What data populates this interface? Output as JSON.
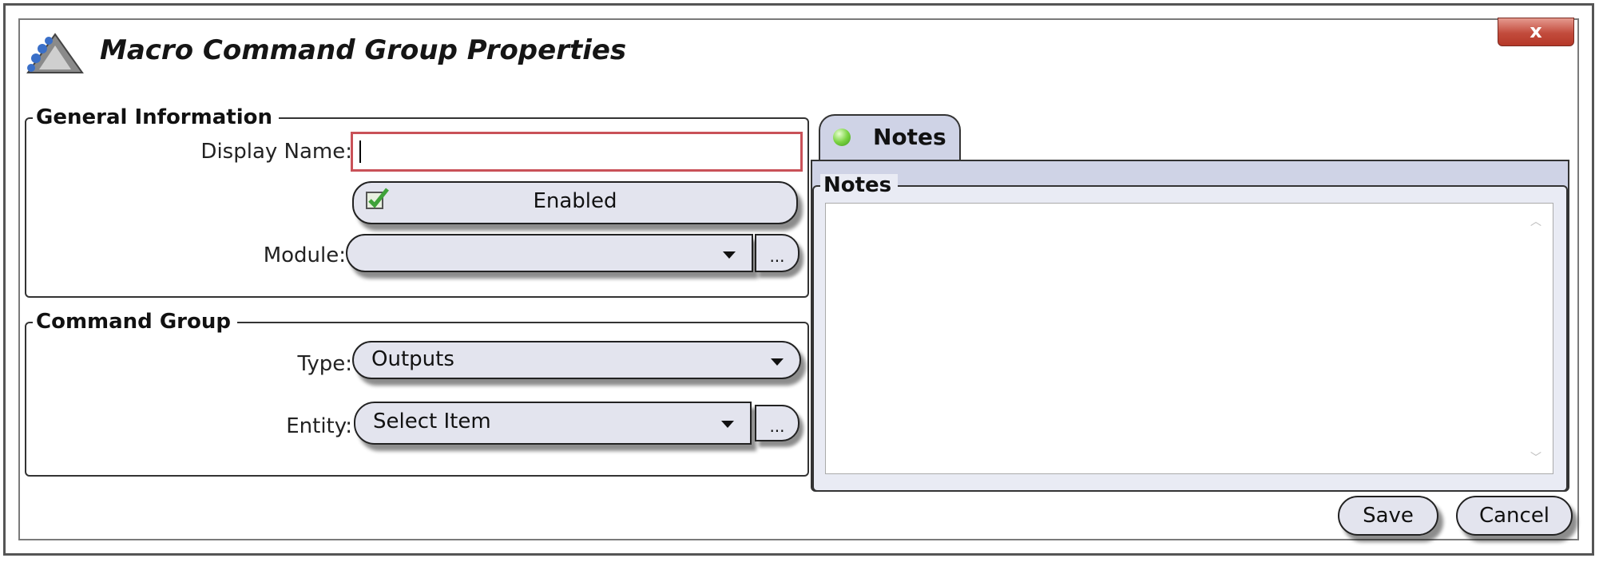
{
  "window": {
    "title": "Macro Command Group Properties",
    "close_label": "x",
    "icon": "app-logo-icon"
  },
  "general": {
    "legend": "General Information",
    "display_name_label": "Display Name:",
    "display_name_value": "",
    "enabled_label": "Enabled",
    "enabled_checked": true,
    "module_label": "Module:",
    "module_value": "",
    "module_browse": "..."
  },
  "command_group": {
    "legend": "Command Group",
    "type_label": "Type:",
    "type_value": "Outputs",
    "entity_label": "Entity:",
    "entity_value": "Select Item",
    "entity_browse": "..."
  },
  "tabs": [
    {
      "label": "Notes",
      "active": true,
      "status_color": "#6fcf3a"
    }
  ],
  "notes": {
    "legend": "Notes",
    "value": ""
  },
  "actions": {
    "save_label": "Save",
    "cancel_label": "Cancel"
  },
  "colors": {
    "control_fill": "#e3e4ee",
    "tab_fill": "#cfd3e6",
    "invalid_border": "#c95158",
    "close_button": "#c24b3c"
  }
}
